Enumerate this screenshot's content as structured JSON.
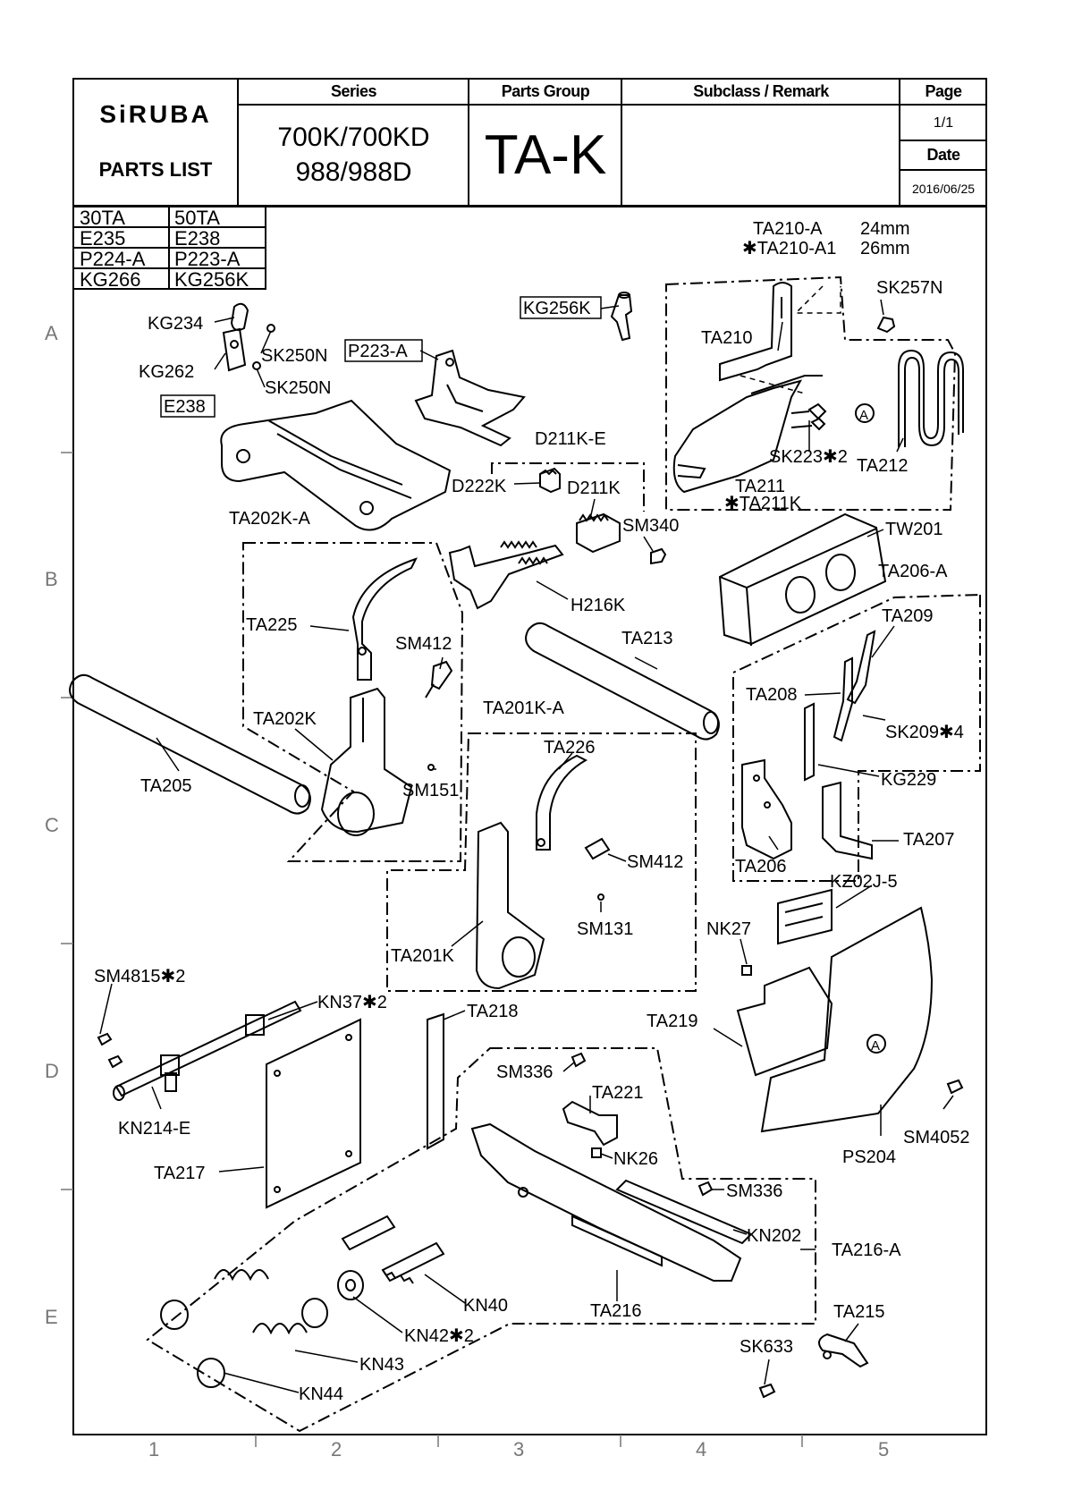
{
  "header": {
    "brand": "SiRUBA",
    "doc_type": "PARTS LIST",
    "series_label": "Series",
    "series_line1": "700K/700KD",
    "series_line2": "988/988D",
    "group_label": "Parts Group",
    "group_value": "TA-K",
    "subclass_label": "Subclass / Remark",
    "subclass_value": "",
    "page_label": "Page",
    "page_value": "1/1",
    "date_label": "Date",
    "date_value": "2016/06/25"
  },
  "variant_table": [
    [
      "30TA",
      "50TA"
    ],
    [
      "E235",
      "E238"
    ],
    [
      "P224-A",
      "P223-A"
    ],
    [
      "KG266",
      "KG256K"
    ]
  ],
  "row_markers": [
    "A",
    "B",
    "C",
    "D",
    "E"
  ],
  "column_markers": [
    "1",
    "2",
    "3",
    "4",
    "5"
  ],
  "callouts": {
    "KG234": "KG234",
    "KG262": "KG262",
    "SK250N_1": "SK250N",
    "SK250N_2": "SK250N",
    "P223A": "P223-A",
    "E238": "E238",
    "KG256K": "KG256K",
    "TA210A": "TA210-A",
    "TA210A_size": "24mm",
    "TA210A1": "✱TA210-A1",
    "TA210A1_size": "26mm",
    "SK257N": "SK257N",
    "TA210": "TA210",
    "SK223": "SK223✱2",
    "TA212": "TA212",
    "TA211": "TA211",
    "TA211K": "✱TA211K",
    "circleA": "A",
    "D211KE": "D211K-E",
    "D222K": "D222K",
    "D211K": "D211K",
    "SM340": "SM340",
    "TW201": "TW201",
    "TA202KA": "TA202K-A",
    "TA225": "TA225",
    "SM412_1": "SM412",
    "H216K": "H216K",
    "TA213": "TA213",
    "TA206A": "TA206-A",
    "TA209": "TA209",
    "TA208": "TA208",
    "SK209": "SK209✱4",
    "KG229": "KG229",
    "TA207": "TA207",
    "TA206": "TA206",
    "TA202K": "TA202K",
    "SM151": "SM151",
    "TA205": "TA205",
    "TA201KA": "TA201K-A",
    "TA226": "TA226",
    "SM412_2": "SM412",
    "SM131": "SM131",
    "TA201K": "TA201K",
    "KZ02J5": "KZ02J-5",
    "NK27": "NK27",
    "TA219": "TA219",
    "SM4052": "SM4052",
    "PS204": "PS204",
    "SM4815": "SM4815✱2",
    "KN37": "KN37✱2",
    "TA218": "TA218",
    "KN214E": "KN214-E",
    "TA217": "TA217",
    "SM336_1": "SM336",
    "TA221": "TA221",
    "NK26": "NK26",
    "SM336_2": "SM336",
    "KN202": "KN202",
    "TA216A": "TA216-A",
    "TA216": "TA216",
    "KN40": "KN40",
    "KN42": "KN42✱2",
    "KN43": "KN43",
    "KN44": "KN44",
    "TA215": "TA215",
    "SK633": "SK633"
  }
}
